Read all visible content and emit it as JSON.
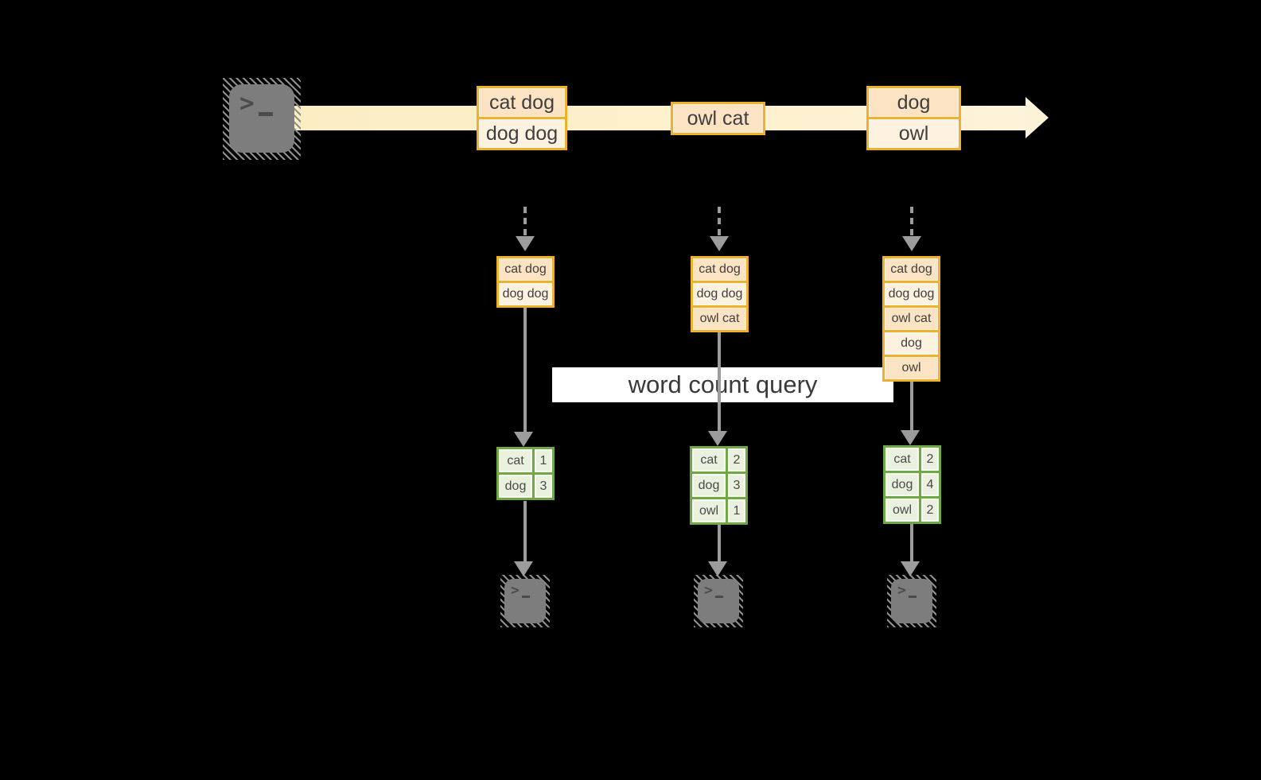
{
  "query_label": "word count query",
  "stream": {
    "source_icon": "terminal-icon",
    "batches": [
      {
        "lines": [
          "cat dog",
          "dog dog"
        ]
      },
      {
        "lines": [
          "owl cat"
        ]
      },
      {
        "lines": [
          "dog",
          "owl"
        ]
      }
    ]
  },
  "columns": [
    {
      "input_lines": [
        "cat dog",
        "dog dog"
      ],
      "word_counts": [
        [
          "cat",
          "1"
        ],
        [
          "dog",
          "3"
        ]
      ]
    },
    {
      "input_lines": [
        "cat dog",
        "dog dog",
        "owl cat"
      ],
      "word_counts": [
        [
          "cat",
          "2"
        ],
        [
          "dog",
          "3"
        ],
        [
          "owl",
          "1"
        ]
      ]
    },
    {
      "input_lines": [
        "cat dog",
        "dog dog",
        "owl cat",
        "dog",
        "owl"
      ],
      "word_counts": [
        [
          "cat",
          "2"
        ],
        [
          "dog",
          "4"
        ],
        [
          "owl",
          "2"
        ]
      ]
    }
  ],
  "colors": {
    "accent_gold": "#f0b12a",
    "fill_peach": "#fbe3c4",
    "fill_cream": "#fdf2e0",
    "stream_band": "#fdf0cc",
    "green_border": "#70a845",
    "green_cell": "#eaf1df",
    "arrow_grey": "#9c9c9c",
    "terminal_grey": "#7d7d7d",
    "label_bg": "#ffffff",
    "text_dark": "#3e3e3e"
  }
}
